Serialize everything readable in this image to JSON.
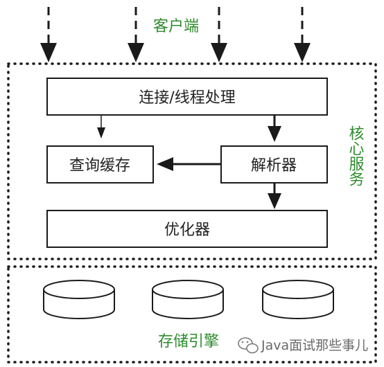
{
  "client_label": "客户端",
  "core_service_label": "核心服务",
  "storage_engine_label": "存储引擎",
  "boxes": {
    "connection": "连接/线程处理",
    "query_cache": "查询缓存",
    "parser": "解析器",
    "optimizer": "优化器"
  },
  "watermark": {
    "text": "Java面试那些事儿",
    "icon": "wechat-icon"
  },
  "colors": {
    "line": "#1a1a1a",
    "accent": "#2e8b2e",
    "background": "#ffffff"
  }
}
